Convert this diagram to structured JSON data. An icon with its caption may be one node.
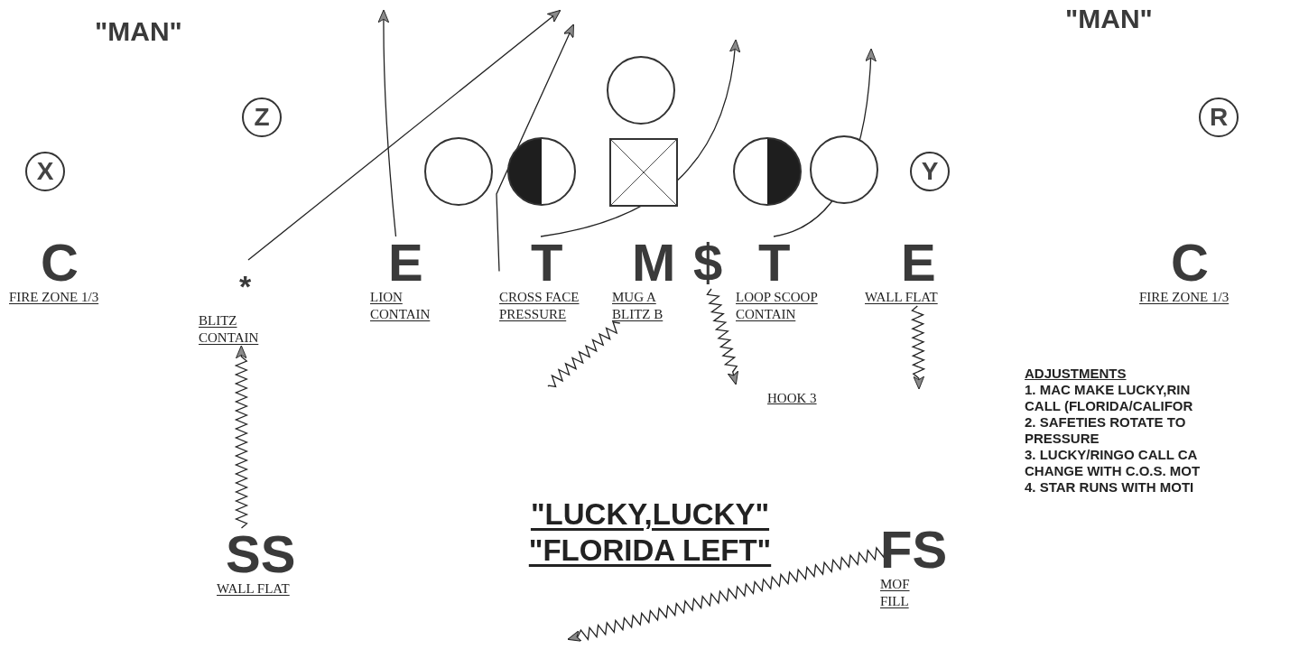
{
  "diagram": {
    "title": "\"LUCKY,LUCKY\" \"FLORIDA LEFT\"",
    "nodes": [
      {
        "text": [
          "X"
        ]
      },
      {
        "text": [
          "Z"
        ]
      },
      {
        "text": [],
        "shape": "circle"
      },
      {
        "text": [],
        "shape": "circle"
      },
      {
        "text": [],
        "shape": "circle"
      },
      {
        "text": [],
        "shape": "box"
      },
      {
        "text": [],
        "shape": "circle"
      },
      {
        "text": [],
        "shape": "circle"
      },
      {
        "text": [
          "Y"
        ]
      },
      {
        "text": [
          "R"
        ]
      },
      {
        "text": [
          "C",
          "FIRE ZONE 1/3"
        ]
      },
      {
        "text": [
          "*",
          "BLITZ CONTAIN"
        ]
      },
      {
        "text": [
          "E",
          "LION CONTAIN"
        ]
      },
      {
        "text": [
          "T",
          "CROSS FACE PRESSURE"
        ]
      },
      {
        "text": [
          "M",
          "MUG A BLITZ B"
        ]
      },
      {
        "text": [
          "$"
        ]
      },
      {
        "text": [
          "T",
          "LOOP SCOOP CONTAIN"
        ]
      },
      {
        "text": [
          "E",
          "WALL FLAT"
        ]
      },
      {
        "text": [
          "C",
          "FIRE ZONE 1/3"
        ]
      },
      {
        "text": [
          "SS",
          "WALL FLAT"
        ]
      },
      {
        "text": [
          "FS",
          "MOF FILL"
        ]
      }
    ],
    "edges": [
      {
        "from": 12,
        "to": null,
        "arrow": "to"
      },
      {
        "from": 11,
        "to": null,
        "arrow": "to"
      },
      {
        "from": 13,
        "to": null,
        "arrow": "to"
      },
      {
        "from": 13,
        "to": null,
        "arrow": "to"
      },
      {
        "from": 16,
        "to": null,
        "arrow": "to"
      },
      {
        "from": 14,
        "to": null,
        "arrow": "none"
      },
      {
        "from": 15,
        "to": null,
        "arrow": "to"
      },
      {
        "from": 17,
        "to": null,
        "arrow": "to"
      },
      {
        "from": 19,
        "to": 11,
        "arrow": "to"
      },
      {
        "from": 20,
        "to": null,
        "arrow": "to"
      }
    ],
    "labels": [
      "\"MAN\"",
      "\"MAN\"",
      "HOOK 3",
      "ADJUSTMENTS",
      "1. MAC MAKE LUCKY,RIN",
      "CALL (FLORIDA/CALIFOR",
      "2. SAFETIES ROTATE TO",
      "PRESSURE",
      "3. LUCKY/RINGO CALL CA",
      "CHANGE WITH C.O.S. MOT",
      "4. STAR RUNS WITH MOTI"
    ]
  }
}
